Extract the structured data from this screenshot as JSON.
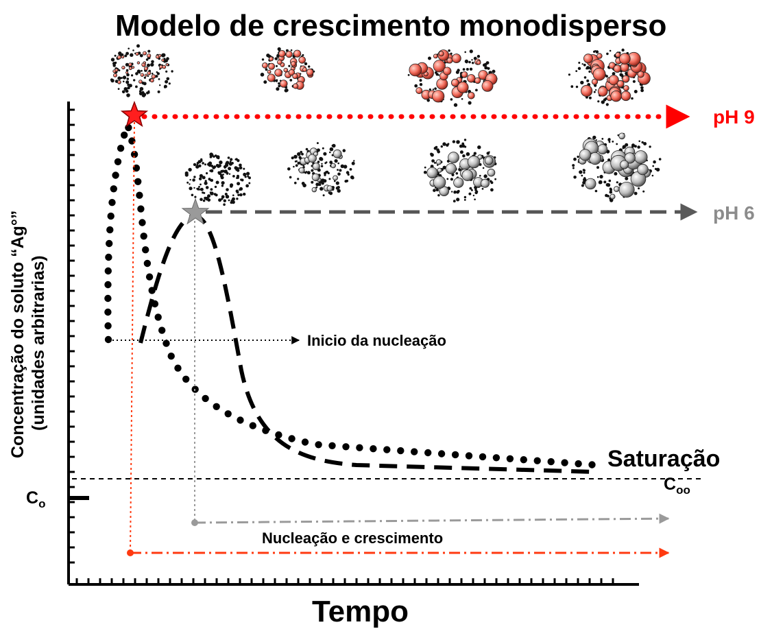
{
  "title": "Modelo de crescimento monodisperso",
  "axes": {
    "x_label": "Tempo",
    "y_label_line1": "Concentração do soluto “Ag°”",
    "y_label_line2": "(unidades arbitrarias)"
  },
  "labels": {
    "ph9": "pH 9",
    "ph6": "pH 6",
    "nucleation_start": "Inicio da nucleação",
    "saturation": "Saturação",
    "nucleation_growth": "Nucleação e crescimento",
    "c0_main": "C",
    "c0_sub": "o",
    "cinf_main": "C",
    "cinf_sub": "oo"
  },
  "colors": {
    "ph9": "#ff0000",
    "ph9_arrow": "#ff3a10",
    "ph6": "#8c8c8c",
    "ph6_curve": "#000000",
    "red_particle": "#f26b5b",
    "gray_particle": "#b8b8b8"
  },
  "particle_clusters": {
    "ph9_stages": 4,
    "ph6_stages": 4
  }
}
